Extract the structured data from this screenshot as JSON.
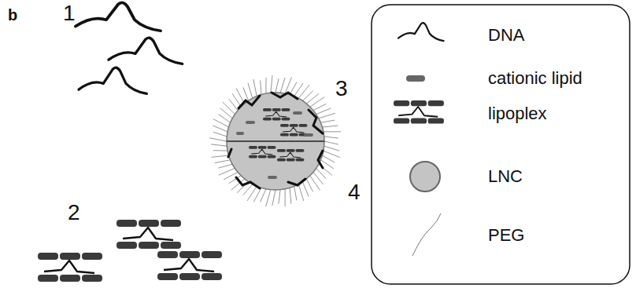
{
  "diagram": {
    "labels": [
      "b",
      "1",
      "2",
      "3",
      "4"
    ],
    "legend": [
      {
        "text": "DNA"
      },
      {
        "text": "cationic lipid"
      },
      {
        "text": "lipoplex"
      },
      {
        "text": "LNC"
      },
      {
        "text": "PEG"
      }
    ]
  }
}
